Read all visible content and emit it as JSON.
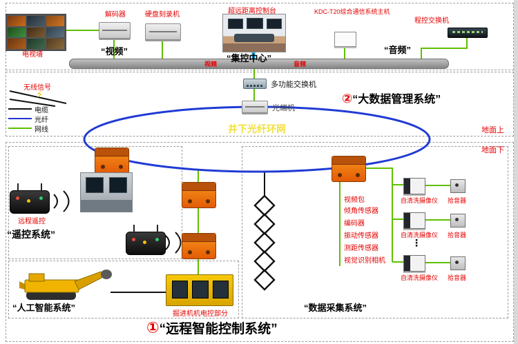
{
  "colors": {
    "line_green": "#5fbf00",
    "fiber_blue": "#2233cc",
    "ring_blue": "#1f3bd4",
    "label_red": "#e60000",
    "device_orange": "#f07818"
  },
  "top": {
    "tv_wall": "电视墙",
    "decoder": "解码器",
    "recorder": "硬盘刻录机",
    "video": "“视频”",
    "console": "超远距离控制台",
    "control_center": "“集控中心”",
    "kdc": "KDC-T20综合通信系统主机",
    "pbx": "程控交换机",
    "audio": "“音频”",
    "bus_video_tag": "视频",
    "bus_audio_tag": "音频"
  },
  "legend": {
    "wireless": "无线信号",
    "bolt": "⚡",
    "cable": "电缆",
    "fiber": "光纤",
    "lan": "网线"
  },
  "mid": {
    "multi_switch": "多功能交换机",
    "otn": "光端机",
    "bigdata_num": "②",
    "bigdata": "“大数据管理系统”",
    "above_ground": "地面上",
    "below_ground": "地面下",
    "ring": "井下光纤环网"
  },
  "left": {
    "remote_ctrl": "远程遥控",
    "remote_system": "“遥控系统”",
    "ai_system": "“人工智能系统”",
    "machine_part": "掘进机机电控部分"
  },
  "right": {
    "video_pack": "视频包",
    "sensors": [
      "倾角传感器",
      "编码器",
      "振动传感器",
      "测距传感器",
      "视觉识别相机"
    ],
    "camera_label": "自清洗摄像仪",
    "pickup_label": "拾音器",
    "ellipsis": "⋮",
    "system": "“数据采集系统”"
  },
  "bottom": {
    "num": "①",
    "title": "“远程智能控制系统”"
  }
}
